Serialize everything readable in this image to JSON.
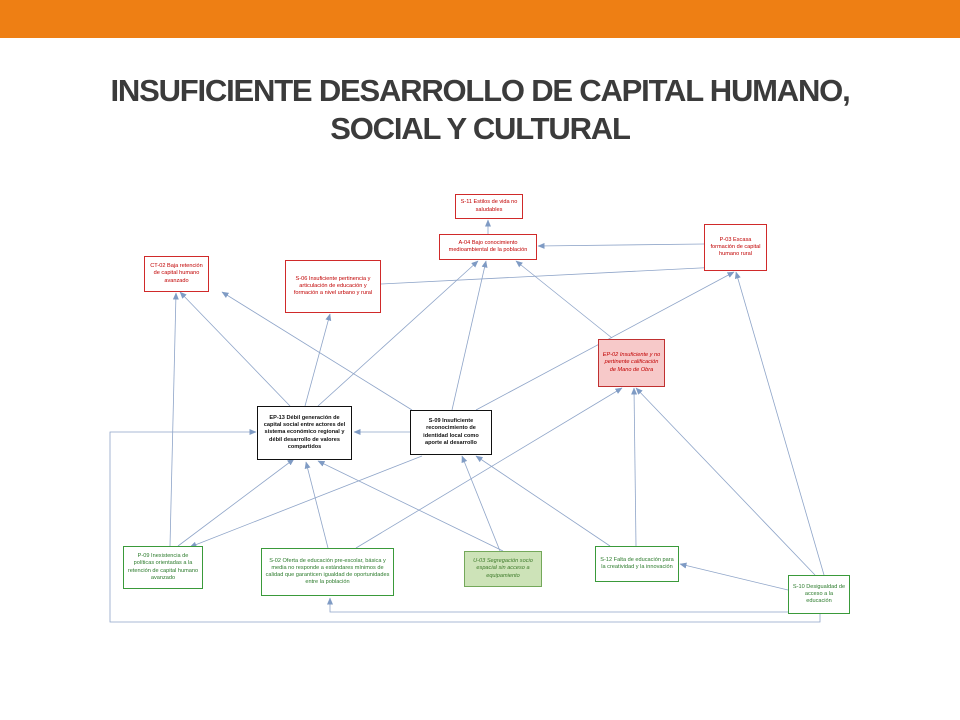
{
  "slide": {
    "title_line1": "INSUFICIENTE DESARROLLO DE CAPITAL HUMANO,",
    "title_line2": "SOCIAL Y CULTURAL"
  },
  "colors": {
    "accent_bar": "#ee7f14",
    "arrow": "#7f9bc4",
    "red_node": "#c00000",
    "green_node": "#2a7a2a"
  },
  "nodes": {
    "s11": "S-11 Estilos de vida no saludables",
    "a04": "A-04 Bajo conocimiento medioambiental de la población",
    "p03": "P-03 Escasa formación de capital humano rural",
    "ct02": "CT-02 Baja retención de capital humano avanzado",
    "s06": "S-06 Insuficiente pertinencia y articulación de educación y formación a nivel urbano y rural",
    "ep02": "EP-02 Insuficiente y no pertinente calificación de Mano de Obra",
    "ep13": "EP-13 Débil generación de capital social entre actores del sistema económico regional y débil desarrollo de valores compartidos",
    "s09": "S-09 Insuficiente reconocimiento de identidad local como aporte al desarrollo",
    "p09": "P-09 Inexistencia de políticas orientadas a la retención de capital humano avanzado",
    "s02": "S-02 Oferta de educación pre-escolar, básica y media no responde a estándares mínimos de calidad que garanticen igualdad de oportunidades entre la población",
    "u03": "U-03 Segregación socio espacial sin acceso a equipamiento",
    "s12": "S-12 Falta de educación para la creatividad y la innovación",
    "s10": "S-10 Desigualdad de acceso a la educación"
  }
}
